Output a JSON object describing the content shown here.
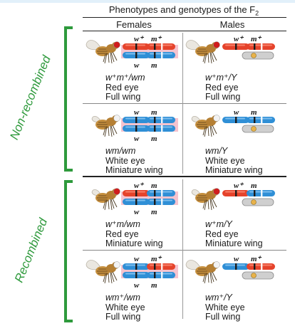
{
  "header": {
    "title": "Phenotypes and genotypes of the F",
    "title_sub": "2",
    "females": "Females",
    "males": "Males"
  },
  "groups": {
    "non_recombined": "Non-recombined",
    "recombined": "Recombined"
  },
  "colors": {
    "green": "#2e9a3c",
    "red_chromosome": "#e5432b",
    "blue_chromosome": "#2f8fd6",
    "y_chromosome": "#cfcfcf",
    "highlight_box": "#f3b9c6",
    "red_eye": "#d01d1d",
    "white_eye": "#f2f2f2"
  },
  "rows": [
    {
      "female": {
        "eye": "red",
        "wing": "full",
        "chr_top": {
          "color": "red",
          "labels": [
            "w⁺",
            "m⁺"
          ]
        },
        "chr_bottom": {
          "color": "blue",
          "labels": [
            "w",
            "m"
          ]
        },
        "genotype": "w⁺m⁺/wm",
        "eye_text": "Red eye",
        "wing_text": "Full wing"
      },
      "male": {
        "eye": "red",
        "wing": "full",
        "chr_top": {
          "color": "red",
          "labels": [
            "w⁺",
            "m⁺"
          ]
        },
        "genotype": "w⁺m⁺/Y",
        "eye_text": "Red eye",
        "wing_text": "Full wing"
      }
    },
    {
      "female": {
        "eye": "white",
        "wing": "miniature",
        "chr_top": {
          "color": "blue",
          "labels": [
            "w",
            "m"
          ]
        },
        "chr_bottom": {
          "color": "blue",
          "labels": [
            "w",
            "m"
          ]
        },
        "genotype": "wm/wm",
        "eye_text": "White eye",
        "wing_text": "Miniature wing"
      },
      "male": {
        "eye": "white",
        "wing": "miniature",
        "chr_top": {
          "color": "blue",
          "labels": [
            "w",
            "m"
          ]
        },
        "genotype": "wm/Y",
        "eye_text": "White eye",
        "wing_text": "Miniature wing"
      }
    },
    {
      "female": {
        "eye": "red",
        "wing": "miniature",
        "chr_top": {
          "color": "red-blue",
          "labels": [
            "w⁺",
            "m"
          ]
        },
        "chr_bottom": {
          "color": "blue",
          "labels": [
            "w",
            "m"
          ]
        },
        "genotype": "w⁺m/wm",
        "eye_text": "Red eye",
        "wing_text": "Miniature wing"
      },
      "male": {
        "eye": "red",
        "wing": "miniature",
        "chr_top": {
          "color": "red-blue",
          "labels": [
            "w⁺",
            "m"
          ]
        },
        "genotype": "w⁺m/Y",
        "eye_text": "Red eye",
        "wing_text": "Miniature wing"
      }
    },
    {
      "female": {
        "eye": "white",
        "wing": "full",
        "chr_top": {
          "color": "blue-red",
          "labels": [
            "w",
            "m⁺"
          ]
        },
        "chr_bottom": {
          "color": "blue",
          "labels": [
            "w",
            "m"
          ]
        },
        "genotype": "wm⁺/wm",
        "eye_text": "White eye",
        "wing_text": "Full wing"
      },
      "male": {
        "eye": "white",
        "wing": "full",
        "chr_top": {
          "color": "blue-red",
          "labels": [
            "w",
            "m⁺"
          ]
        },
        "genotype": "wm⁺/Y",
        "eye_text": "White eye",
        "wing_text": "Full wing"
      }
    }
  ]
}
